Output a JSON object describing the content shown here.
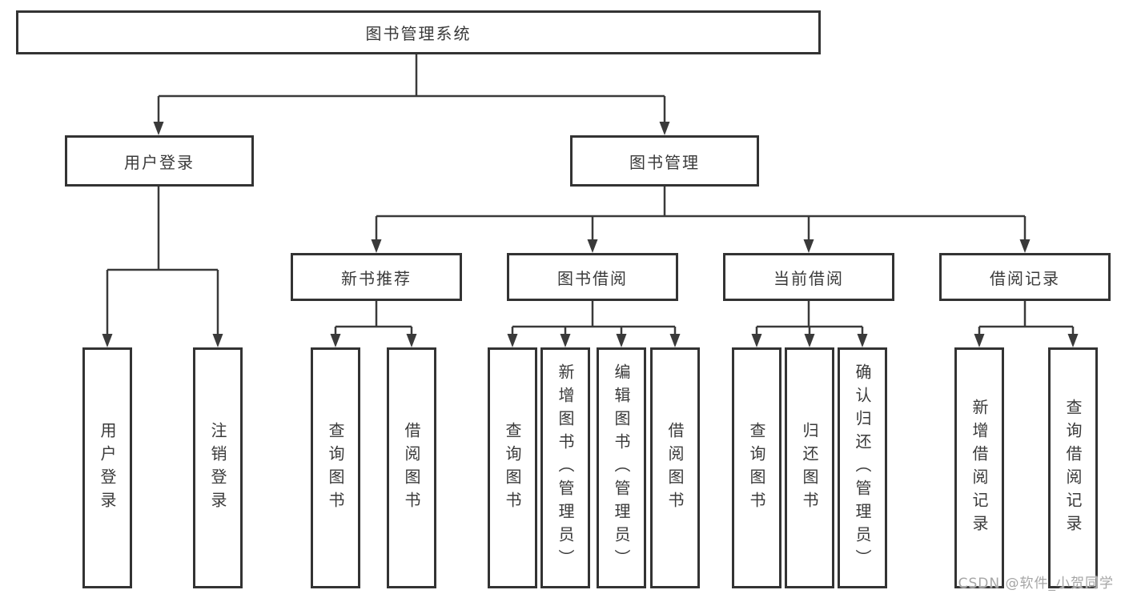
{
  "diagram": {
    "title": "图书管理系统",
    "nodes": {
      "root": "图书管理系统",
      "level2": {
        "user_login": "用户登录",
        "book_management": "图书管理"
      },
      "level3": {
        "new_book_recommend": "新书推荐",
        "book_borrowing": "图书借阅",
        "current_borrowing": "当前借阅",
        "borrowing_records": "借阅记录"
      },
      "leaves": {
        "user_login": [
          "用户登录",
          "注销登录"
        ],
        "new_book_recommend": [
          "查询图书",
          "借阅图书"
        ],
        "book_borrowing": [
          "查询图书",
          "新增图书（管理员）",
          "编辑图书（管理员）",
          "借阅图书"
        ],
        "current_borrowing": [
          "查询图书",
          "归还图书",
          "确认归还（管理员）"
        ],
        "borrowing_records": [
          "新增借阅记录",
          "查询借阅记录"
        ]
      }
    },
    "watermark": "CSDN @软件_小贺同学",
    "colors": {
      "line": "#3a3a3a",
      "box_border": "#333333",
      "box_background": "#ffffff",
      "text": "#3a3a3a",
      "watermark": "#a6a6a6",
      "page_background": "#ffffff"
    }
  }
}
